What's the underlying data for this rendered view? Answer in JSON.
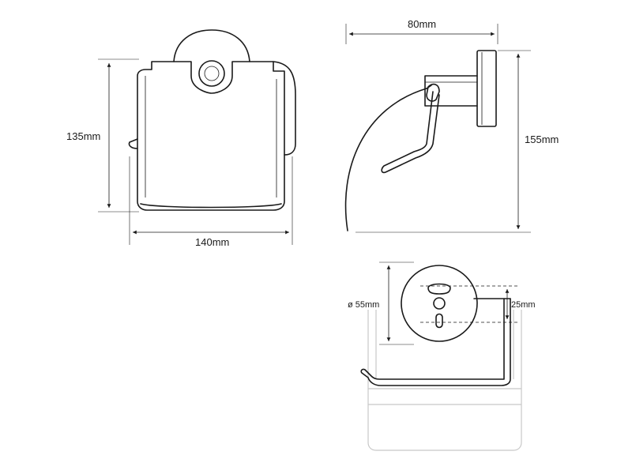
{
  "front_view": {
    "height_label": "135mm",
    "width_label": "140mm"
  },
  "side_view": {
    "depth_label": "80mm",
    "height_label": "155mm"
  },
  "top_view": {
    "diameter_label": "ø 55mm",
    "spacing_label": "25mm"
  }
}
